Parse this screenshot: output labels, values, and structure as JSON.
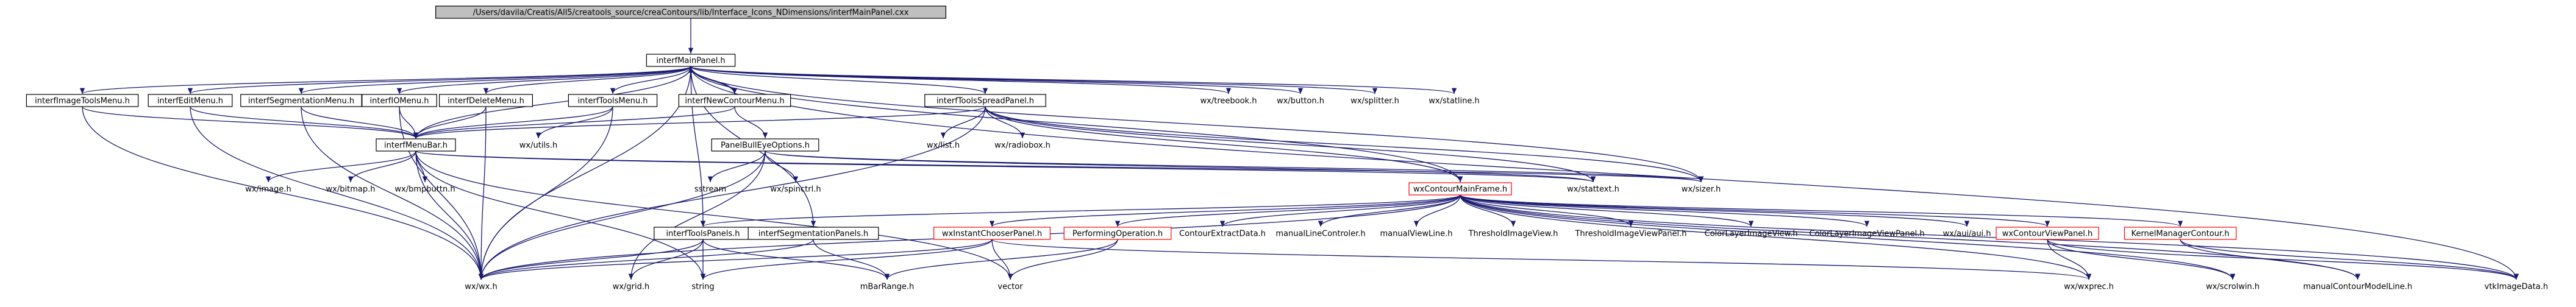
{
  "diagram": {
    "nodes": [
      {
        "id": "root",
        "label": "/Users/davila/Creatis/All5/creatools_source/creaContours/lib/Interface_Icons_NDimensions/interfMainPanel.cxx",
        "style": "gray"
      },
      {
        "id": "interfMainPanel_h",
        "label": "interfMainPanel.h",
        "style": "white"
      },
      {
        "id": "interfImageToolsMenu_h",
        "label": "interfImageToolsMenu.h",
        "style": "white"
      },
      {
        "id": "interfEditMenu_h",
        "label": "interfEditMenu.h",
        "style": "white"
      },
      {
        "id": "interfSegmentationMenu_h",
        "label": "interfSegmentationMenu.h",
        "style": "white"
      },
      {
        "id": "interfIOMenu_h",
        "label": "interfIOMenu.h",
        "style": "white"
      },
      {
        "id": "interfDeleteMenu_h",
        "label": "interfDeleteMenu.h",
        "style": "white"
      },
      {
        "id": "interfToolsMenu_h",
        "label": "interfToolsMenu.h",
        "style": "white"
      },
      {
        "id": "interfNewContourMenu_h",
        "label": "interfNewContourMenu.h",
        "style": "white"
      },
      {
        "id": "interfToolsSpreadPanel_h",
        "label": "interfToolsSpreadPanel.h",
        "style": "white"
      },
      {
        "id": "wx_treebook_h",
        "label": "wx/treebook.h",
        "style": "plain"
      },
      {
        "id": "wx_button_h",
        "label": "wx/button.h",
        "style": "plain"
      },
      {
        "id": "wx_splitter_h",
        "label": "wx/splitter.h",
        "style": "plain"
      },
      {
        "id": "wx_statline_h",
        "label": "wx/statline.h",
        "style": "plain"
      },
      {
        "id": "interfMenuBar_h",
        "label": "interfMenuBar.h",
        "style": "white"
      },
      {
        "id": "wx_utils_h",
        "label": "wx/utils.h",
        "style": "plain"
      },
      {
        "id": "PanelBullEyeOptions_h",
        "label": "PanelBullEyeOptions.h",
        "style": "white"
      },
      {
        "id": "wx_list_h",
        "label": "wx/list.h",
        "style": "plain"
      },
      {
        "id": "wx_radiobox_h",
        "label": "wx/radiobox.h",
        "style": "plain"
      },
      {
        "id": "wx_image_h",
        "label": "wx/image.h",
        "style": "plain"
      },
      {
        "id": "wx_bitmap_h",
        "label": "wx/bitmap.h",
        "style": "plain"
      },
      {
        "id": "wx_bmpbuttn_h",
        "label": "wx/bmpbuttn.h",
        "style": "plain"
      },
      {
        "id": "sstream",
        "label": "sstream",
        "style": "plain"
      },
      {
        "id": "wx_spinctrl_h",
        "label": "wx/spinctrl.h",
        "style": "plain"
      },
      {
        "id": "wxContourMainFrame_h",
        "label": "wxContourMainFrame.h",
        "style": "red"
      },
      {
        "id": "wx_stattext_h",
        "label": "wx/stattext.h",
        "style": "plain"
      },
      {
        "id": "wx_sizer_h",
        "label": "wx/sizer.h",
        "style": "plain"
      },
      {
        "id": "interfToolsPanels_h",
        "label": "interfToolsPanels.h",
        "style": "white"
      },
      {
        "id": "interfSegmentationPanels_h",
        "label": "interfSegmentationPanels.h",
        "style": "white"
      },
      {
        "id": "wxInstantChooserPanel_h",
        "label": "wxInstantChooserPanel.h",
        "style": "red"
      },
      {
        "id": "PerformingOperation_h",
        "label": "PerformingOperation.h",
        "style": "red"
      },
      {
        "id": "ContourExtractData_h",
        "label": "ContourExtractData.h",
        "style": "plain"
      },
      {
        "id": "manualLineControler_h",
        "label": "manualLineControler.h",
        "style": "plain"
      },
      {
        "id": "manualViewLine_h",
        "label": "manualViewLine.h",
        "style": "plain"
      },
      {
        "id": "ThresholdImageView_h",
        "label": "ThresholdImageView.h",
        "style": "plain"
      },
      {
        "id": "ThresholdImageViewPanel_h",
        "label": "ThresholdImageViewPanel.h",
        "style": "plain"
      },
      {
        "id": "ColorLayerImageView_h",
        "label": "ColorLayerImageView.h",
        "style": "plain"
      },
      {
        "id": "ColorLayerImageViewPanel_h",
        "label": "ColorLayerImageViewPanel.h",
        "style": "plain"
      },
      {
        "id": "wx_aui_aui_h",
        "label": "wx/aui/aui.h",
        "style": "plain"
      },
      {
        "id": "wxContourViewPanel_h",
        "label": "wxContourViewPanel.h",
        "style": "red"
      },
      {
        "id": "KernelManagerContour_h",
        "label": "KernelManagerContour.h",
        "style": "red"
      },
      {
        "id": "wx_wx_h",
        "label": "wx/wx.h",
        "style": "plain"
      },
      {
        "id": "wx_grid_h",
        "label": "wx/grid.h",
        "style": "plain"
      },
      {
        "id": "string",
        "label": "string",
        "style": "plain"
      },
      {
        "id": "mBarRange_h",
        "label": "mBarRange.h",
        "style": "plain"
      },
      {
        "id": "vector",
        "label": "vector",
        "style": "plain"
      },
      {
        "id": "wx_wxprec_h",
        "label": "wx/wxprec.h",
        "style": "plain"
      },
      {
        "id": "wx_scrolwin_h",
        "label": "wx/scrolwin.h",
        "style": "plain"
      },
      {
        "id": "manualContourModelLine_h",
        "label": "manualContourModelLine.h",
        "style": "plain"
      },
      {
        "id": "vtkImageData_h",
        "label": "vtkImageData.h",
        "style": "plain"
      }
    ],
    "edges": [
      [
        "root",
        "interfMainPanel_h"
      ],
      [
        "interfMainPanel_h",
        "interfImageToolsMenu_h"
      ],
      [
        "interfMainPanel_h",
        "interfEditMenu_h"
      ],
      [
        "interfMainPanel_h",
        "interfSegmentationMenu_h"
      ],
      [
        "interfMainPanel_h",
        "interfIOMenu_h"
      ],
      [
        "interfMainPanel_h",
        "interfDeleteMenu_h"
      ],
      [
        "interfMainPanel_h",
        "interfToolsMenu_h"
      ],
      [
        "interfMainPanel_h",
        "interfNewContourMenu_h"
      ],
      [
        "interfMainPanel_h",
        "interfToolsSpreadPanel_h"
      ],
      [
        "interfMainPanel_h",
        "wx_treebook_h"
      ],
      [
        "interfMainPanel_h",
        "wx_button_h"
      ],
      [
        "interfMainPanel_h",
        "wx_splitter_h"
      ],
      [
        "interfMainPanel_h",
        "wx_statline_h"
      ],
      [
        "interfMainPanel_h",
        "wx_wx_h"
      ],
      [
        "interfMainPanel_h",
        "interfToolsPanels_h"
      ],
      [
        "interfMainPanel_h",
        "interfSegmentationPanels_h"
      ],
      [
        "interfMainPanel_h",
        "wxContourMainFrame_h"
      ],
      [
        "interfMainPanel_h",
        "wx_sizer_h"
      ],
      [
        "interfMainPanel_h",
        "vtkImageData_h"
      ],
      [
        "interfImageToolsMenu_h",
        "interfMenuBar_h"
      ],
      [
        "interfImageToolsMenu_h",
        "wx_wx_h"
      ],
      [
        "interfEditMenu_h",
        "interfMenuBar_h"
      ],
      [
        "interfEditMenu_h",
        "wx_wx_h"
      ],
      [
        "interfSegmentationMenu_h",
        "interfMenuBar_h"
      ],
      [
        "interfSegmentationMenu_h",
        "wx_wx_h"
      ],
      [
        "interfIOMenu_h",
        "interfMenuBar_h"
      ],
      [
        "interfIOMenu_h",
        "wx_wx_h"
      ],
      [
        "interfDeleteMenu_h",
        "interfMenuBar_h"
      ],
      [
        "interfDeleteMenu_h",
        "wx_wx_h"
      ],
      [
        "interfToolsMenu_h",
        "interfMenuBar_h"
      ],
      [
        "interfToolsMenu_h",
        "wx_utils_h"
      ],
      [
        "interfToolsMenu_h",
        "wx_wx_h"
      ],
      [
        "interfNewContourMenu_h",
        "interfMenuBar_h"
      ],
      [
        "interfNewContourMenu_h",
        "PanelBullEyeOptions_h"
      ],
      [
        "interfNewContourMenu_h",
        "interfMainPanel_h"
      ],
      [
        "interfToolsSpreadPanel_h",
        "wx_list_h"
      ],
      [
        "interfToolsSpreadPanel_h",
        "wx_radiobox_h"
      ],
      [
        "interfToolsSpreadPanel_h",
        "interfMenuBar_h"
      ],
      [
        "interfToolsSpreadPanel_h",
        "wx_wx_h"
      ],
      [
        "interfToolsSpreadPanel_h",
        "wx_stattext_h"
      ],
      [
        "interfToolsSpreadPanel_h",
        "wx_sizer_h"
      ],
      [
        "interfToolsSpreadPanel_h",
        "wxContourMainFrame_h"
      ],
      [
        "interfMenuBar_h",
        "wx_image_h"
      ],
      [
        "interfMenuBar_h",
        "wx_bitmap_h"
      ],
      [
        "interfMenuBar_h",
        "wx_bmpbuttn_h"
      ],
      [
        "interfMenuBar_h",
        "wx_wx_h"
      ],
      [
        "interfMenuBar_h",
        "wx_stattext_h"
      ],
      [
        "interfMenuBar_h",
        "wx_sizer_h"
      ],
      [
        "interfMenuBar_h",
        "string"
      ],
      [
        "interfMenuBar_h",
        "vector"
      ],
      [
        "interfMenuBar_h",
        "interfMainPanel_h"
      ],
      [
        "PanelBullEyeOptions_h",
        "sstream"
      ],
      [
        "PanelBullEyeOptions_h",
        "wx_spinctrl_h"
      ],
      [
        "PanelBullEyeOptions_h",
        "wx_wx_h"
      ],
      [
        "PanelBullEyeOptions_h",
        "wx_grid_h"
      ],
      [
        "PanelBullEyeOptions_h",
        "wx_stattext_h"
      ],
      [
        "PanelBullEyeOptions_h",
        "wx_sizer_h"
      ],
      [
        "wxContourMainFrame_h",
        "interfToolsPanels_h"
      ],
      [
        "wxContourMainFrame_h",
        "wxInstantChooserPanel_h"
      ],
      [
        "wxContourMainFrame_h",
        "PerformingOperation_h"
      ],
      [
        "wxContourMainFrame_h",
        "ContourExtractData_h"
      ],
      [
        "wxContourMainFrame_h",
        "manualLineControler_h"
      ],
      [
        "wxContourMainFrame_h",
        "manualViewLine_h"
      ],
      [
        "wxContourMainFrame_h",
        "ThresholdImageView_h"
      ],
      [
        "wxContourMainFrame_h",
        "ThresholdImageViewPanel_h"
      ],
      [
        "wxContourMainFrame_h",
        "ColorLayerImageView_h"
      ],
      [
        "wxContourMainFrame_h",
        "ColorLayerImageViewPanel_h"
      ],
      [
        "wxContourMainFrame_h",
        "wx_aui_aui_h"
      ],
      [
        "wxContourMainFrame_h",
        "wxContourViewPanel_h"
      ],
      [
        "wxContourMainFrame_h",
        "KernelManagerContour_h"
      ],
      [
        "wxContourMainFrame_h",
        "wx_wxprec_h"
      ],
      [
        "wxContourMainFrame_h",
        "wx_scrolwin_h"
      ],
      [
        "wxContourMainFrame_h",
        "manualContourModelLine_h"
      ],
      [
        "wxContourMainFrame_h",
        "vtkImageData_h"
      ],
      [
        "wxContourMainFrame_h",
        "wx_wx_h"
      ],
      [
        "interfToolsPanels_h",
        "wx_wx_h"
      ],
      [
        "interfToolsPanels_h",
        "wx_grid_h"
      ],
      [
        "interfToolsPanels_h",
        "string"
      ],
      [
        "interfToolsPanels_h",
        "mBarRange_h"
      ],
      [
        "interfSegmentationPanels_h",
        "wx_wx_h"
      ],
      [
        "interfSegmentationPanels_h",
        "mBarRange_h"
      ],
      [
        "wxInstantChooserPanel_h",
        "wx_wx_h"
      ],
      [
        "wxInstantChooserPanel_h",
        "string"
      ],
      [
        "wxInstantChooserPanel_h",
        "vector"
      ],
      [
        "wxInstantChooserPanel_h",
        "wx_wxprec_h"
      ],
      [
        "PerformingOperation_h",
        "vector"
      ],
      [
        "PerformingOperation_h",
        "mBarRange_h"
      ],
      [
        "wxContourViewPanel_h",
        "wx_wxprec_h"
      ],
      [
        "wxContourViewPanel_h",
        "wx_scrolwin_h"
      ],
      [
        "wxContourViewPanel_h",
        "vtkImageData_h"
      ],
      [
        "KernelManagerContour_h",
        "manualContourModelLine_h"
      ],
      [
        "KernelManagerContour_h",
        "vtkImageData_h"
      ]
    ]
  },
  "colors": {
    "edge": "#191970",
    "root_fill": "#bfbfbf",
    "node_border": "#000000",
    "incomplete_border": "#ff0000"
  }
}
